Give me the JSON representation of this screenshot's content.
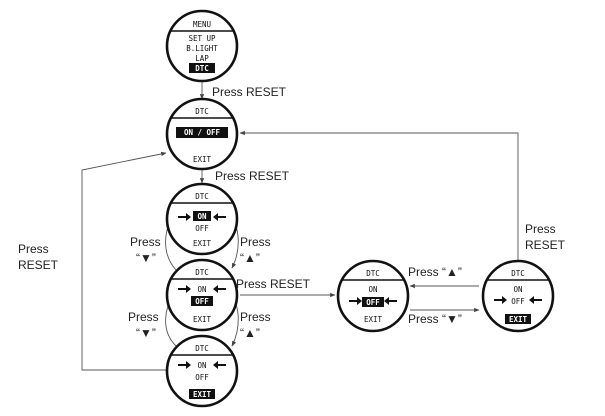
{
  "labels": {
    "press_reset_1": "Press RESET",
    "press_reset_2": "Press RESET",
    "press_reset_left_1": "Press",
    "press_reset_left_2": "RESET",
    "press_reset_mid": "Press RESET",
    "press_reset_right_1": "Press",
    "press_reset_right_2": "RESET",
    "press_word": "Press",
    "down_key": "“▼”",
    "up_key": "“▲”",
    "press_up_horizontal": "Press “▲”",
    "press_down_horizontal": "Press “▼”"
  },
  "screens": {
    "menu": {
      "header": "MENU",
      "lines": [
        "SET UP",
        "B.LIGHT",
        "LAP"
      ],
      "selected": "DTC"
    },
    "dtc_main": {
      "header": "DTC",
      "selected": "ON / OFF",
      "footer": "EXIT"
    },
    "dtc_on": {
      "header": "DTC",
      "selected": "ON",
      "line2": "OFF",
      "footer": "EXIT"
    },
    "dtc_off": {
      "header": "DTC",
      "line1": "ON",
      "selected": "OFF",
      "footer": "EXIT"
    },
    "dtc_exit": {
      "header": "DTC",
      "line1": "ON",
      "line2": "OFF",
      "selected": "EXIT"
    },
    "dtc_off_confirm": {
      "header": "DTC",
      "line1": "ON",
      "selected": "OFF",
      "footer": "EXIT"
    },
    "dtc_off_exit": {
      "header": "DTC",
      "line1": "ON",
      "line2": "OFF",
      "selected": "EXIT"
    }
  },
  "icons": {
    "arrow_right": "arrow-right-icon",
    "arrow_left": "arrow-left-icon"
  },
  "colors": {
    "bezel": "#111111",
    "line": "#555555",
    "text": "#222222"
  }
}
